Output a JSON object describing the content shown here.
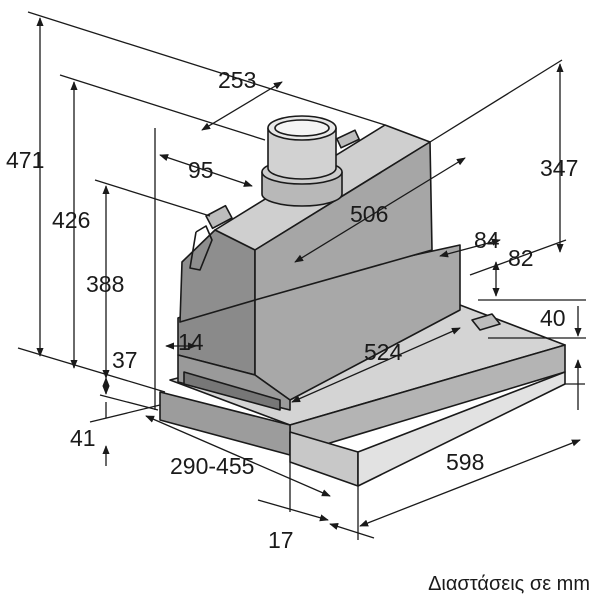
{
  "dimensions": {
    "d471": "471",
    "d426": "426",
    "d388": "388",
    "d253": "253",
    "d95": "95",
    "d506": "506",
    "d347": "347",
    "d84": "84",
    "d82": "82",
    "d40": "40",
    "d14": "14",
    "d37": "37",
    "d524": "524",
    "d41": "41",
    "d290_455": "290-455",
    "d598": "598",
    "d17": "17"
  },
  "caption": "Διαστάσεις σε mm",
  "colors": {
    "line": "#1a1a1a",
    "body_dark": "#8c8c8c",
    "body_mid": "#a4a4a4",
    "body_light": "#c6c6c6",
    "panel": "#dadada",
    "background": "#ffffff"
  }
}
